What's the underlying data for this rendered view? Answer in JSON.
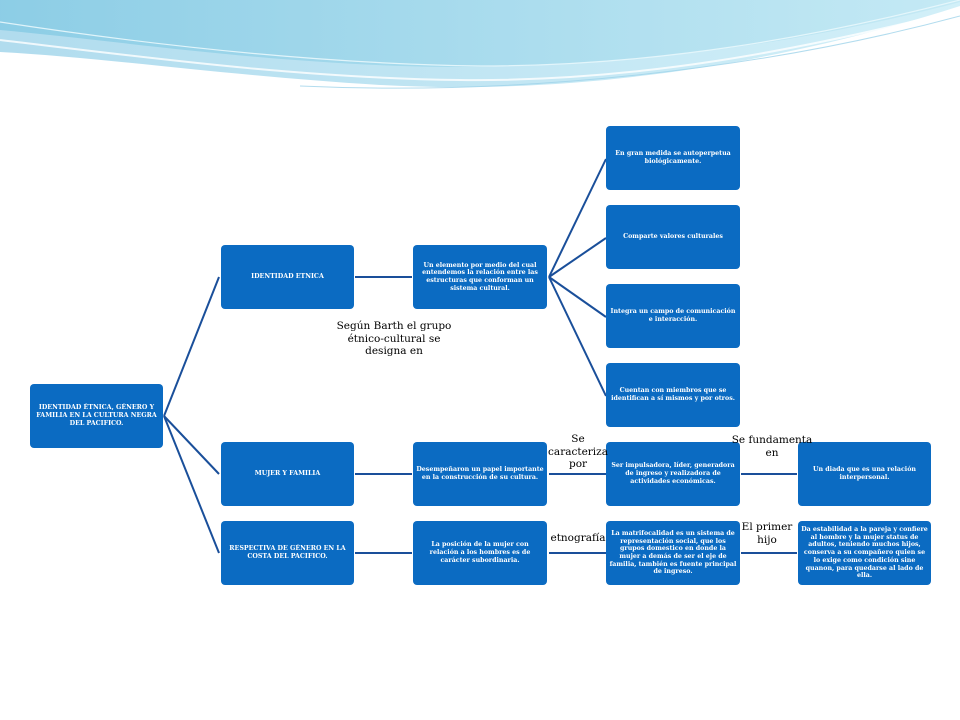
{
  "nodes": {
    "root": "IDENTIDAD ÉTNICA, GÉNERO Y FAMILIA EN LA CULTURA NEGRA DEL PACIFICO.",
    "identidad": "IDENTIDAD ETNICA",
    "mujer": "MUJER Y FAMILIA",
    "respectiva": "RESPECTIVA DE GÉNERO EN LA COSTA DEL PACIFICO.",
    "elemento": "Un elemento por medio del cual entendemos la relación entre las estructuras que conforman un sistema cultural.",
    "perpetua": "En  gran medida se autoperpetua biológicamente.",
    "comparte": "Comparte valores culturales",
    "integra": "Integra un campo de comunicación e interacción.",
    "cuentan": "Cuentan con miembros que se identifican a sí mismos y por otros.",
    "desempenaron": "Desempeñaron un papel importante en la construcción de su cultura.",
    "impulsadora": "Ser impulsadora, líder, generadora de ingreso y realizadora de actividades económicas.",
    "diada": "Un diada que es una relación interpersonal.",
    "posicion": "La posición  de la mujer con relación a los hombres es de carácter subordinaria.",
    "matrifocalidad": "La  matrifocalidad es un sistema de representación social, que los grupos domestico en donde la mujer a demás de ser el eje de familia, también es fuente principal de ingreso.",
    "estabilidad": "Da estabilidad a la pareja y confiere al hombre y la mujer status de adultos, teniendo muchos hijos, conserva a su compañero quien se lo exige como condición sine quanon, para quedarse al lado de ella."
  },
  "labels": {
    "barth": "Según Barth el grupo étnico-cultural se designa en",
    "caracteriza": "Se caracteriza por",
    "fundamenta": "Se fundamenta en",
    "etnografia": "etnografía",
    "primer_hijo": "El primer hijo"
  },
  "colors": {
    "node_fill": "#0b6bc2",
    "node_text": "#ffffff",
    "connector": "#1a4f9a"
  }
}
